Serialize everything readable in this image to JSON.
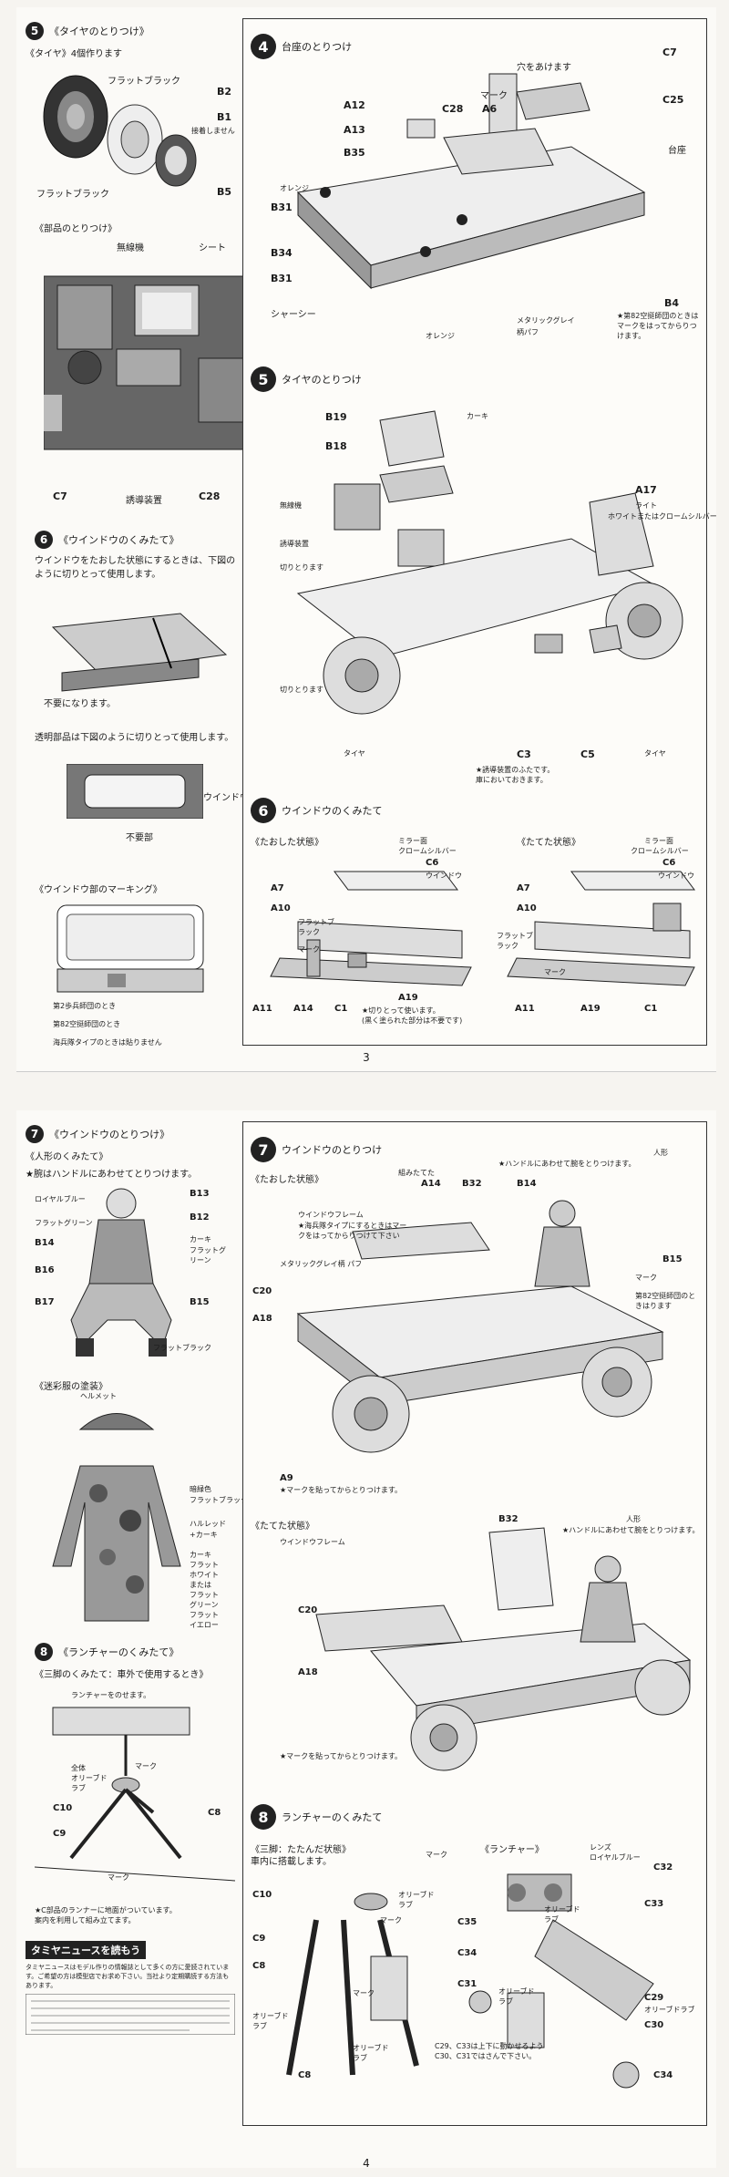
{
  "page3": {
    "number": "3",
    "s5_left": {
      "num": "5",
      "title": "《タイヤのとりつけ》",
      "sub": "《タイヤ》4個作ります",
      "callouts": [
        "フラットブラック",
        "B2",
        "B1",
        "接着しません",
        "フラットブラック",
        "B5"
      ],
      "parts_title": "《部品のとりつけ》",
      "parts_callouts": [
        "無線機",
        "シート",
        "C7",
        "誘導装置",
        "C28"
      ]
    },
    "s6_left": {
      "num": "6",
      "title": "《ウインドウのくみたて》",
      "body1": "ウインドウをたおした状態にするときは、下図のように切りとって使用します。",
      "cut_label": "不要になります。",
      "body2": "透明部品は下図のように切りとって使用します。",
      "window_label": "ウインドウ",
      "unneeded_label": "不要部",
      "marking_title": "《ウインドウ部のマーキング》",
      "marking_notes": [
        "第2歩兵師団のとき",
        "第82空挺師団のとき",
        "海兵隊タイプのときは貼りません"
      ]
    },
    "s4_right": {
      "num": "4",
      "title": "台座のとりつけ",
      "callouts": [
        "穴をあけます",
        "マーク",
        "C7",
        "C25",
        "台座",
        "A12",
        "A13",
        "C28",
        "A6",
        "B35",
        "オレンジ",
        "B31",
        "B34",
        "B31",
        "シャーシー",
        "オレンジ",
        "メタリックグレイ",
        "柄パフ",
        "B4"
      ],
      "note": "★第82空挺師団のときはマークをはってからりつけます。"
    },
    "s5_right": {
      "num": "5",
      "title": "タイヤのとりつけ",
      "callouts": [
        "B19",
        "カーキ",
        "B18",
        "無線機",
        "A17",
        "ライト",
        "ホワイトまたはクロームシルバー",
        "誘導装置",
        "切りとります",
        "切りとります",
        "C3",
        "C5",
        "タイヤ",
        "タイヤ"
      ],
      "note": "★誘導装置のふたです。\n庫においておきます。"
    },
    "s6_right": {
      "num": "6",
      "title": "ウインドウのくみたて",
      "left_title": "《たおした状態》",
      "right_title": "《たてた状態》",
      "callouts_l": [
        "ミラー面",
        "クロームシルバー",
        "C6",
        "ウインドウ",
        "A7",
        "A10",
        "フラットブラック",
        "マーク",
        "A11",
        "A14",
        "C1",
        "A19"
      ],
      "callouts_r": [
        "ミラー面",
        "クロームシルバー",
        "C6",
        "ウインドウ",
        "A7",
        "A10",
        "フラットブラック",
        "マーク",
        "A11",
        "A19",
        "C1"
      ],
      "note": "★切りとって使います。\n(黒く塗られた部分は不要です)"
    }
  },
  "page4": {
    "number": "4",
    "s7_left": {
      "num": "7",
      "title": "《ウインドウのとりつけ》",
      "sub": "《人形のくみたて》",
      "note": "★腕はハンドルにあわせてとりつけます。",
      "callouts": [
        "ロイヤルブルー",
        "B13",
        "フラットグリーン",
        "B12",
        "B14",
        "カーキ",
        "フラットグリーン",
        "B16",
        "B17",
        "B15",
        "フラットブラック"
      ],
      "camo_title": "《迷彩服の塗装》",
      "camo_callouts": [
        "ヘルメット",
        "暗緑色",
        "フラットブラック",
        "ハルレッド",
        "+カーキ",
        "カーキ",
        "フラット",
        "ホワイト",
        "または",
        "フラット",
        "グリーン",
        "フラット",
        "イエロー"
      ]
    },
    "s8_left": {
      "num": "8",
      "title": "《ランチャーのくみたて》",
      "sub": "《三脚のくみたて：車外で使用するとき》",
      "caption": "ランチャーをのせます。",
      "callouts": [
        "全体",
        "オリーブドラブ",
        "マーク",
        "C10",
        "C8",
        "C9",
        "マーク"
      ],
      "note": "★C部品のランナーに地面がついています。\n案内を利用して組み立てます。"
    },
    "tamiya": {
      "title": "タミヤニュースを読もう",
      "body": "タミヤニュースはモデル作りの情報誌として多くの方に愛読されています。ご希望の方は模型店でお求め下さい。当社より定期購読する方法もあります。"
    },
    "s7_right": {
      "num": "7",
      "title": "ウインドウのとりつけ",
      "upper_title": "《たおした状態》",
      "upper_callouts": [
        "組みたてた",
        "A14",
        "B32",
        "B14",
        "人形",
        "★ハンドルにあわせて腕をとりつけます。",
        "ウインドウフレーム",
        "★海兵隊タイプにするときはマークをはってからりつけて下さい",
        "メタリックグレイ柄 パフ",
        "C20",
        "A18",
        "B15",
        "マーク",
        "第82空挺師団のときはります",
        "A9",
        "★マークを貼ってからとりつけます。"
      ],
      "lower_title": "《たてた状態》",
      "lower_callouts": [
        "B32",
        "人形",
        "★ハンドルにあわせて腕をとりつけます。",
        "ウインドウフレーム",
        "C20",
        "A18",
        "★マークを貼ってからとりつけます。"
      ]
    },
    "s8_right": {
      "num": "8",
      "title": "ランチャーのくみたて",
      "left_title": "《三脚：たたんだ状態》",
      "left_sub": "車内に搭載します。",
      "right_title": "《ランチャー》",
      "callouts": [
        "マーク",
        "レンズ",
        "ロイヤルブルー",
        "C32",
        "C10",
        "オリーブドラブ",
        "マーク",
        "C35",
        "オリーブドラブ",
        "C33",
        "C9",
        "C34",
        "C8",
        "マーク",
        "C31",
        "オリーブドラブ",
        "C29",
        "オリーブドラブ",
        "オリーブドラブ",
        "C30",
        "C8",
        "オリーブドラブ",
        "C34"
      ],
      "note": "C29、C33は上下に動かせるよう\nC30、C31ではさんで下さい。"
    }
  }
}
